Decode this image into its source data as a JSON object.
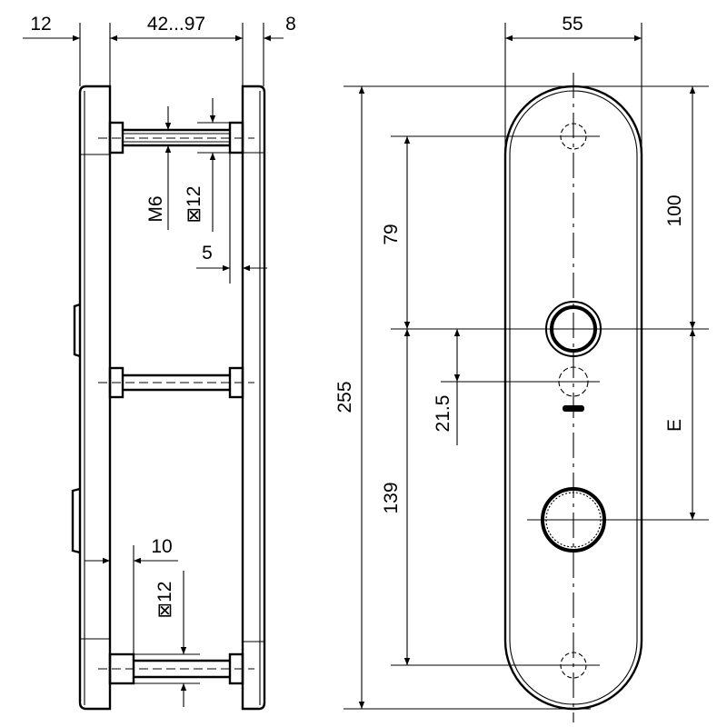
{
  "drawing": {
    "side_view": {
      "dim_plate_left": "12",
      "dim_door_thickness": "42...97",
      "dim_plate_right": "8",
      "dim_thread": "M6",
      "dim_square_top": "⊠12",
      "dim_offset": "5",
      "dim_square_depth": "10",
      "dim_square_bottom": "⊠12"
    },
    "front_view": {
      "dim_width": "55",
      "dim_height": "255",
      "dim_top_screw": "79",
      "dim_bottom_screw": "139",
      "dim_keyhole": "21.5",
      "dim_top_to_handle": "100",
      "dim_distance": "E"
    },
    "colors": {
      "line": "#000000",
      "background": "#ffffff"
    }
  }
}
